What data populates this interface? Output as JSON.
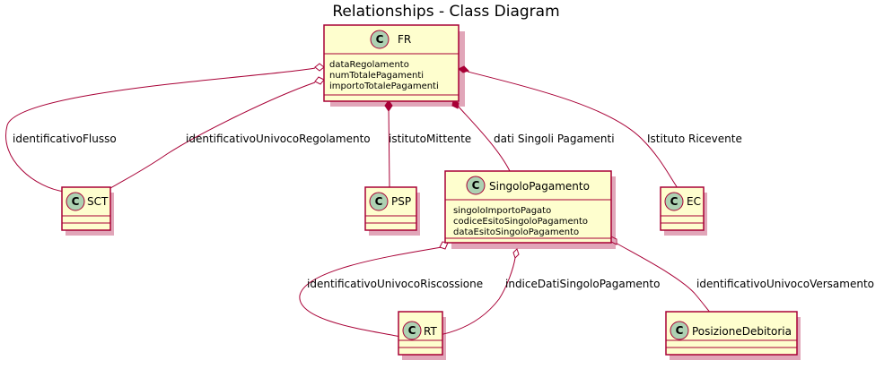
{
  "title": "Relationships - Class Diagram",
  "colors": {
    "class_fill": "#FEFECE",
    "class_border": "#A80036",
    "edge": "#A80036",
    "circle_fill": "#ADD1B2"
  },
  "stereotype_letter": "C",
  "classes": {
    "fr": {
      "name": "FR",
      "attributes": [
        "dataRegolamento",
        "numTotalePagamenti",
        "importoTotalePagamenti"
      ]
    },
    "sct": {
      "name": "SCT",
      "attributes": []
    },
    "psp": {
      "name": "PSP",
      "attributes": []
    },
    "singolo": {
      "name": "SingoloPagamento",
      "attributes": [
        "singoloImportoPagato",
        "codiceEsitoSingoloPagamento",
        "dataEsitoSingoloPagamento"
      ]
    },
    "ec": {
      "name": "EC",
      "attributes": []
    },
    "rt": {
      "name": "RT",
      "attributes": []
    },
    "posizione": {
      "name": "PosizioneDebitoria",
      "attributes": []
    }
  },
  "relations": {
    "fr_sct_flusso": {
      "label": "identificativoFlusso",
      "type": "aggregation"
    },
    "fr_sct_regolamento": {
      "label": "identificativoUnivocoRegolamento",
      "type": "aggregation"
    },
    "fr_psp": {
      "label": "istitutoMittente",
      "type": "composition"
    },
    "fr_singolo": {
      "label": "dati Singoli Pagamenti",
      "type": "composition"
    },
    "fr_ec": {
      "label": "Istituto Ricevente",
      "type": "composition"
    },
    "singolo_rt_riscossione": {
      "label": "identificativoUnivocoRiscossione",
      "type": "aggregation"
    },
    "singolo_rt_indice": {
      "label": "indiceDatiSingoloPagamento",
      "type": "aggregation"
    },
    "singolo_posizione": {
      "label": "identificativoUnivocoVersamento",
      "type": "aggregation"
    }
  }
}
